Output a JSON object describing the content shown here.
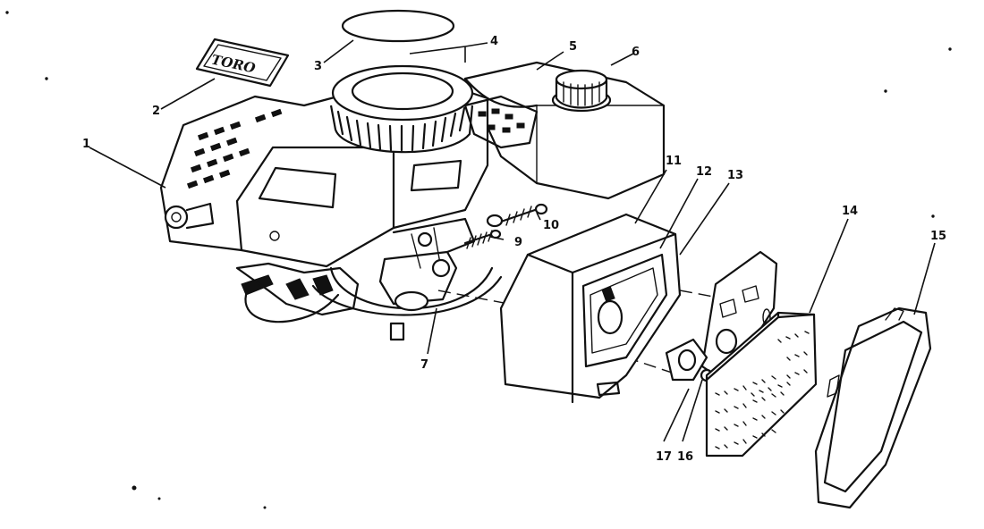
{
  "diagram": {
    "logo": {
      "text": "TORO"
    },
    "callouts": [
      {
        "label": "1"
      },
      {
        "label": "2"
      },
      {
        "label": "3"
      },
      {
        "label": "4"
      },
      {
        "label": "5"
      },
      {
        "label": "6"
      },
      {
        "label": "7"
      },
      {
        "label": "9"
      },
      {
        "label": "10"
      },
      {
        "label": "11"
      },
      {
        "label": "12"
      },
      {
        "label": "13"
      },
      {
        "label": "14"
      },
      {
        "label": "15"
      },
      {
        "label": "16"
      },
      {
        "label": "17"
      }
    ]
  }
}
